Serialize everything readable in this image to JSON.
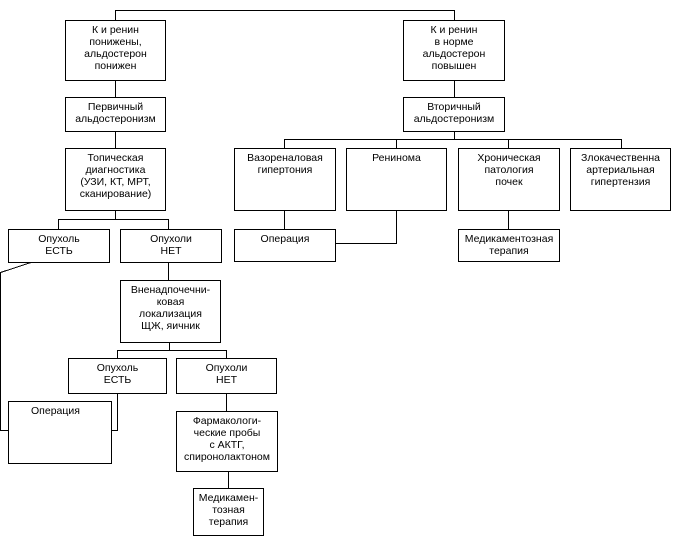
{
  "diagram": {
    "nodes": {
      "low_renin": "К и ренин\nпонижены,\nальдостерон\nпонижен",
      "normal_renin": "К и ренин\nв норме\nальдостерон\nповышен",
      "primary": "Первичный\nальдостеронизм",
      "secondary": "Вторичный\nальдостеронизм",
      "topical": "Топическая\nдиагностика\n(УЗИ, КТ, МРТ,\nсканирование)",
      "vasorenal": "Вазореналовая\nгипертония",
      "reninoma": "Ренинома",
      "chronic_kidney": "Хроническая\nпатология\nпочек",
      "malignant": "Злокачественна\nартериальная\nгипертензия",
      "tumor_yes_1": "Опухоль\nЕСТЬ",
      "tumor_no_1": "Опухоли\nНЕТ",
      "surgery_right": "Операция",
      "medication_right": "Медикаментозная\nтерапия",
      "extra_adrenal": "Вненадпочечни-\nковая\nлокализация\nЩЖ, яичник",
      "tumor_yes_2": "Опухоль\nЕСТЬ",
      "tumor_no_2": "Опухоли\nНЕТ",
      "surgery_left": "Операция",
      "pharm_tests": "Фармакологи-\nческие пробы\nс АКТГ,\nспиронолактоном",
      "medication_bottom": "Медикамен-\nтозная\nтерапия"
    }
  }
}
